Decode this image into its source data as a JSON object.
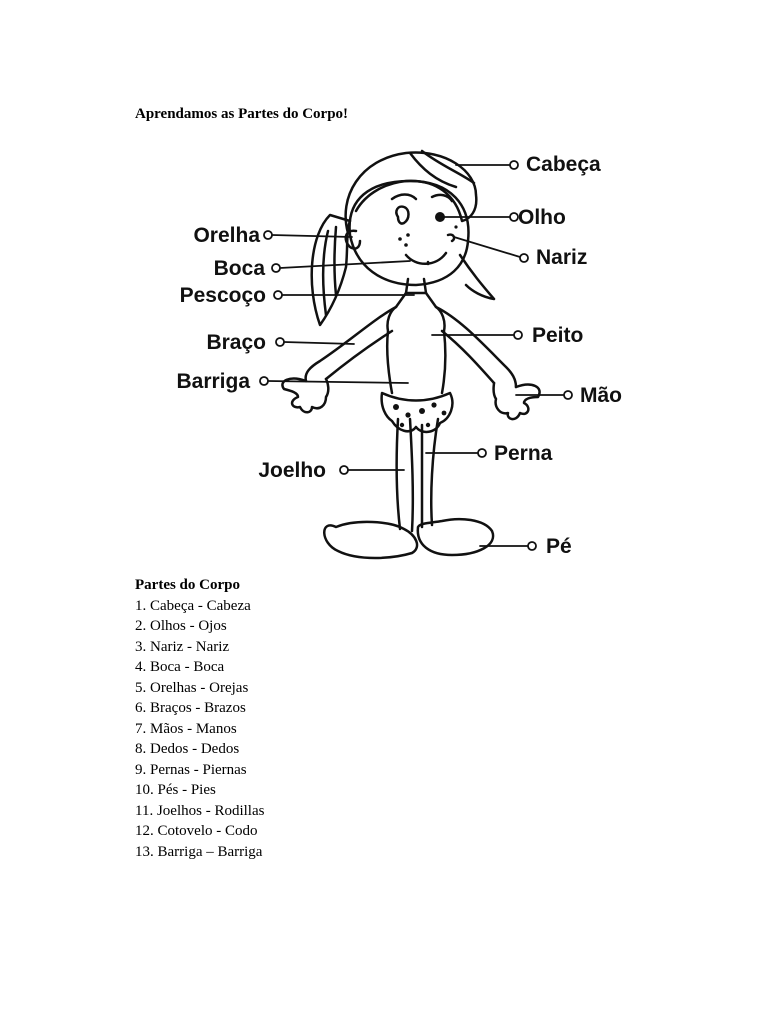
{
  "document": {
    "title": "Aprendamos as Partes do Corpo!"
  },
  "figure": {
    "labels": {
      "cabeca": "Cabeça",
      "olho": "Olho",
      "nariz": "Nariz",
      "orelha": "Orelha",
      "boca": "Boca",
      "pescoco": "Pescoço",
      "braco": "Braço",
      "peito": "Peito",
      "barriga": "Barriga",
      "mao": "Mão",
      "joelho": "Joelho",
      "perna": "Perna",
      "pe": "Pé"
    }
  },
  "vocabulary": {
    "heading": "Partes do Corpo",
    "items": [
      "1. Cabeça - Cabeza",
      "2. Olhos - Ojos",
      "3. Nariz - Nariz",
      "4. Boca - Boca",
      "5. Orelhas - Orejas",
      "6. Braços - Brazos",
      "7. Mãos - Manos",
      "8. Dedos - Dedos",
      "9. Pernas - Piernas",
      "10. Pés - Pies",
      "11. Joelhos - Rodillas",
      "12. Cotovelo - Codo",
      "13. Barriga – Barriga"
    ]
  }
}
